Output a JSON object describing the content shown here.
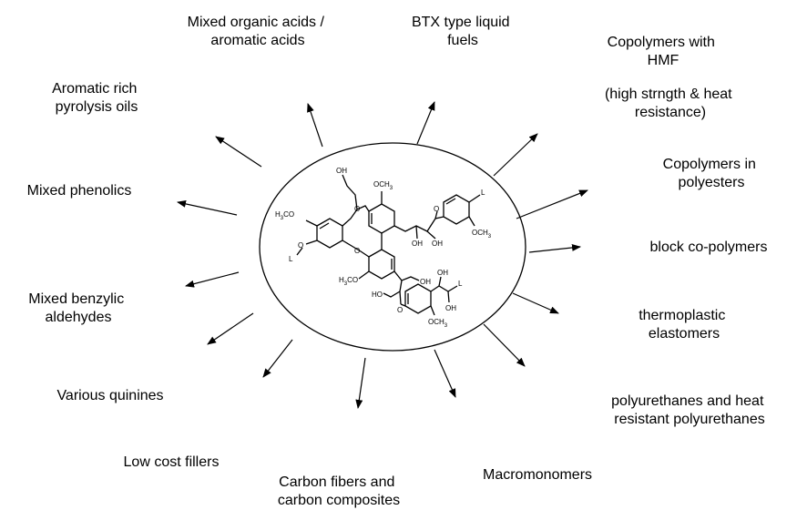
{
  "products": [
    {
      "id": "organic-acids",
      "lines": [
        "Mixed organic acids /",
        "aromatic acids"
      ]
    },
    {
      "id": "btx-fuels",
      "lines": [
        "BTX type liquid",
        "fuels"
      ]
    },
    {
      "id": "copolymers-hmf",
      "lines": [
        "Copolymers with",
        "HMF"
      ]
    },
    {
      "id": "copolymers-hmf-note",
      "lines": [
        "(high strngth & heat",
        "resistance)"
      ]
    },
    {
      "id": "pyrolysis-oils",
      "lines": [
        "Aromatic rich",
        "pyrolysis oils"
      ]
    },
    {
      "id": "copolymers-polyesters",
      "lines": [
        "Copolymers in",
        "polyesters"
      ]
    },
    {
      "id": "mixed-phenolics",
      "lines": [
        "Mixed phenolics"
      ]
    },
    {
      "id": "block-copolymers",
      "lines": [
        "block co-polymers"
      ]
    },
    {
      "id": "benzylic-aldehydes",
      "lines": [
        "Mixed benzylic",
        "aldehydes"
      ]
    },
    {
      "id": "thermoplastic-elastomers",
      "lines": [
        "thermoplastic",
        "elastomers"
      ]
    },
    {
      "id": "various-quinines",
      "lines": [
        "Various quinines"
      ]
    },
    {
      "id": "polyurethanes",
      "lines": [
        "polyurethanes and heat",
        "resistant polyurethanes"
      ]
    },
    {
      "id": "low-cost-fillers",
      "lines": [
        "Low cost fillers"
      ]
    },
    {
      "id": "carbon-fibers",
      "lines": [
        "Carbon fibers and",
        "carbon composites"
      ]
    },
    {
      "id": "macromonomers",
      "lines": [
        "Macromonomers"
      ]
    }
  ],
  "structure_labels": {
    "oh_top": "OH",
    "och3_top": "OCH",
    "h3co_left": "H",
    "o_left": "O",
    "l_left": "L",
    "o_ring1": "O",
    "o_ring2": "O",
    "l_right": "L",
    "o_right": "O",
    "och3_right": "OCH",
    "oh_r1": "OH",
    "oh_r2": "OH",
    "h3co_bottom": "H",
    "oh_b1": "OH",
    "ho_b": "HO",
    "o_b": "O",
    "oh_b2": "OH",
    "l_b": "L",
    "oh_b3": "OH",
    "och3_b": "OCH"
  }
}
